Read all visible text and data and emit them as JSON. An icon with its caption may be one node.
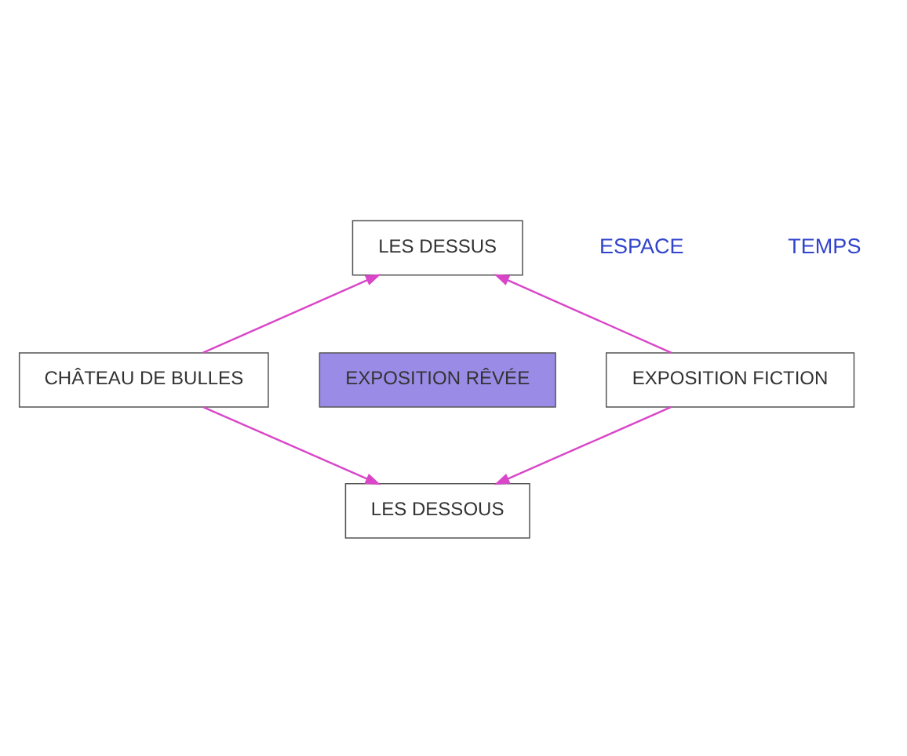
{
  "diagram": {
    "nodes": [
      {
        "text": [
          "LES DESSUS"
        ]
      },
      {
        "text": [
          "CHÂTEAU DE BULLES"
        ]
      },
      {
        "text": [
          "EXPOSITION RÊVÉE"
        ]
      },
      {
        "text": [
          "EXPOSITION FICTION"
        ]
      },
      {
        "text": [
          "LES DESSOUS"
        ]
      }
    ],
    "edges": [
      {
        "from": 1,
        "to": 0,
        "arrow": "to"
      },
      {
        "from": 3,
        "to": 0,
        "arrow": "to"
      },
      {
        "from": 1,
        "to": 4,
        "arrow": "to"
      },
      {
        "from": 3,
        "to": 4,
        "arrow": "to"
      }
    ],
    "labels": [
      "ESPACE",
      "TEMPS"
    ]
  }
}
